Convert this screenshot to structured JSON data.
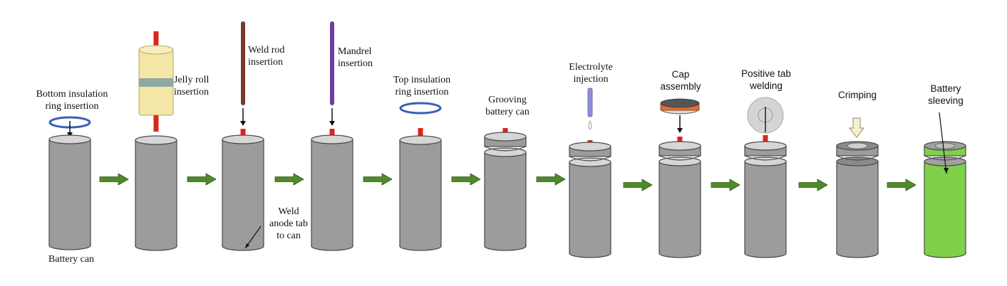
{
  "colors": {
    "can_body": "#9c9c9c",
    "can_outline": "#4a4a4a",
    "tab": "#d9261c",
    "arrow": "#4f8a2b",
    "ring": "#3a5fb8",
    "jelly_roll": "#f4e6a6",
    "jelly_band": "#8fa8a3",
    "weld_rod": "#7a3b2a",
    "mandrel": "#6d3fa0",
    "cap": "#e46c2a",
    "electrolyte": "#8f8fd8",
    "sleeve": "#7fd04a"
  },
  "steps": [
    {
      "id": "battery-can",
      "labels": {
        "bottom_insulation": "Bottom insulation\nring insertion",
        "battery_can": "Battery can"
      }
    },
    {
      "id": "jelly-roll",
      "label": "Jelly roll\ninsertion"
    },
    {
      "id": "weld-rod",
      "label": "Weld rod\ninsertion",
      "annotation": "Weld\nanode tab\nto can"
    },
    {
      "id": "mandrel",
      "label": "Mandrel\ninsertion"
    },
    {
      "id": "top-insulation",
      "label": "Top insulation\nring insertion"
    },
    {
      "id": "grooving",
      "label": "Grooving\nbattery can"
    },
    {
      "id": "electrolyte",
      "label": "Electrolyte\ninjection"
    },
    {
      "id": "cap",
      "label": "Cap\nassembly"
    },
    {
      "id": "positive-tab",
      "label": "Positive tab\nwelding"
    },
    {
      "id": "crimping",
      "label": "Crimping"
    },
    {
      "id": "sleeving",
      "label": "Battery\nsleeving"
    }
  ]
}
